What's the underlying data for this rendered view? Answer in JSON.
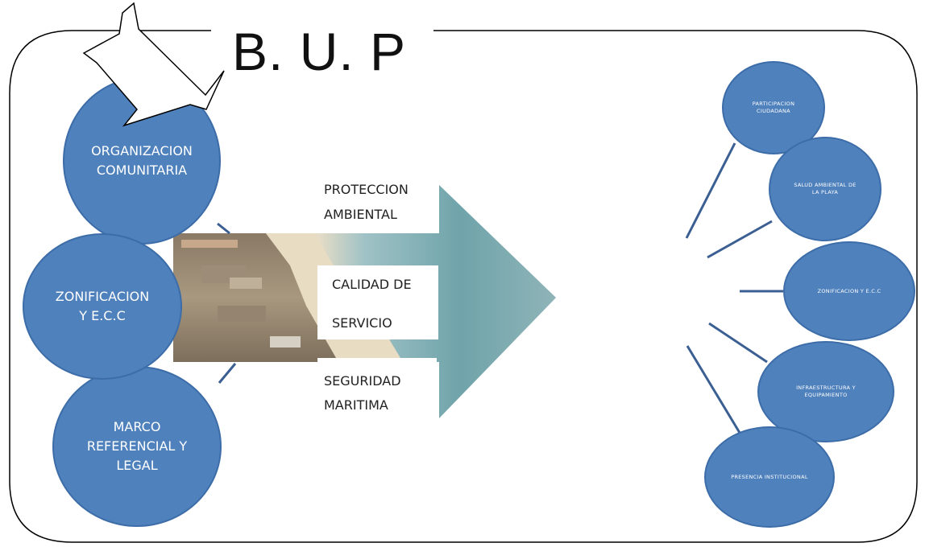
{
  "title": "B. U. P",
  "colors": {
    "circle_fill": "#4f81bd",
    "circle_stroke": "#3d6da8",
    "connector": "#3b5f93",
    "frame": "#000000"
  },
  "left_nodes": [
    {
      "label": "ORGANIZACION\nCOMUNITARIA"
    },
    {
      "label": "ZONIFICACION\nY E.C.C"
    },
    {
      "label": "MARCO\nREFERENCIAL Y\nLEGAL"
    }
  ],
  "center_labels": [
    {
      "label": "PROTECCION\nAMBIENTAL"
    },
    {
      "label": "CALIDAD DE\n\nSERVICIO"
    },
    {
      "label": "SEGURIDAD\nMARITIMA"
    }
  ],
  "right_nodes": [
    {
      "label": "PARTICIPACION\nCIUDADANA"
    },
    {
      "label": "SALUD AMBIENTAL DE\nLA PLAYA"
    },
    {
      "label": "ZONIFICACION Y E.C.C"
    },
    {
      "label": "INFRAESTRUCTURA Y\nEQUIPAMIENTO"
    },
    {
      "label": "PRESENCIA INSTITUCIONAL"
    }
  ],
  "images": {
    "central_photo": "beach-coastline-photo"
  }
}
